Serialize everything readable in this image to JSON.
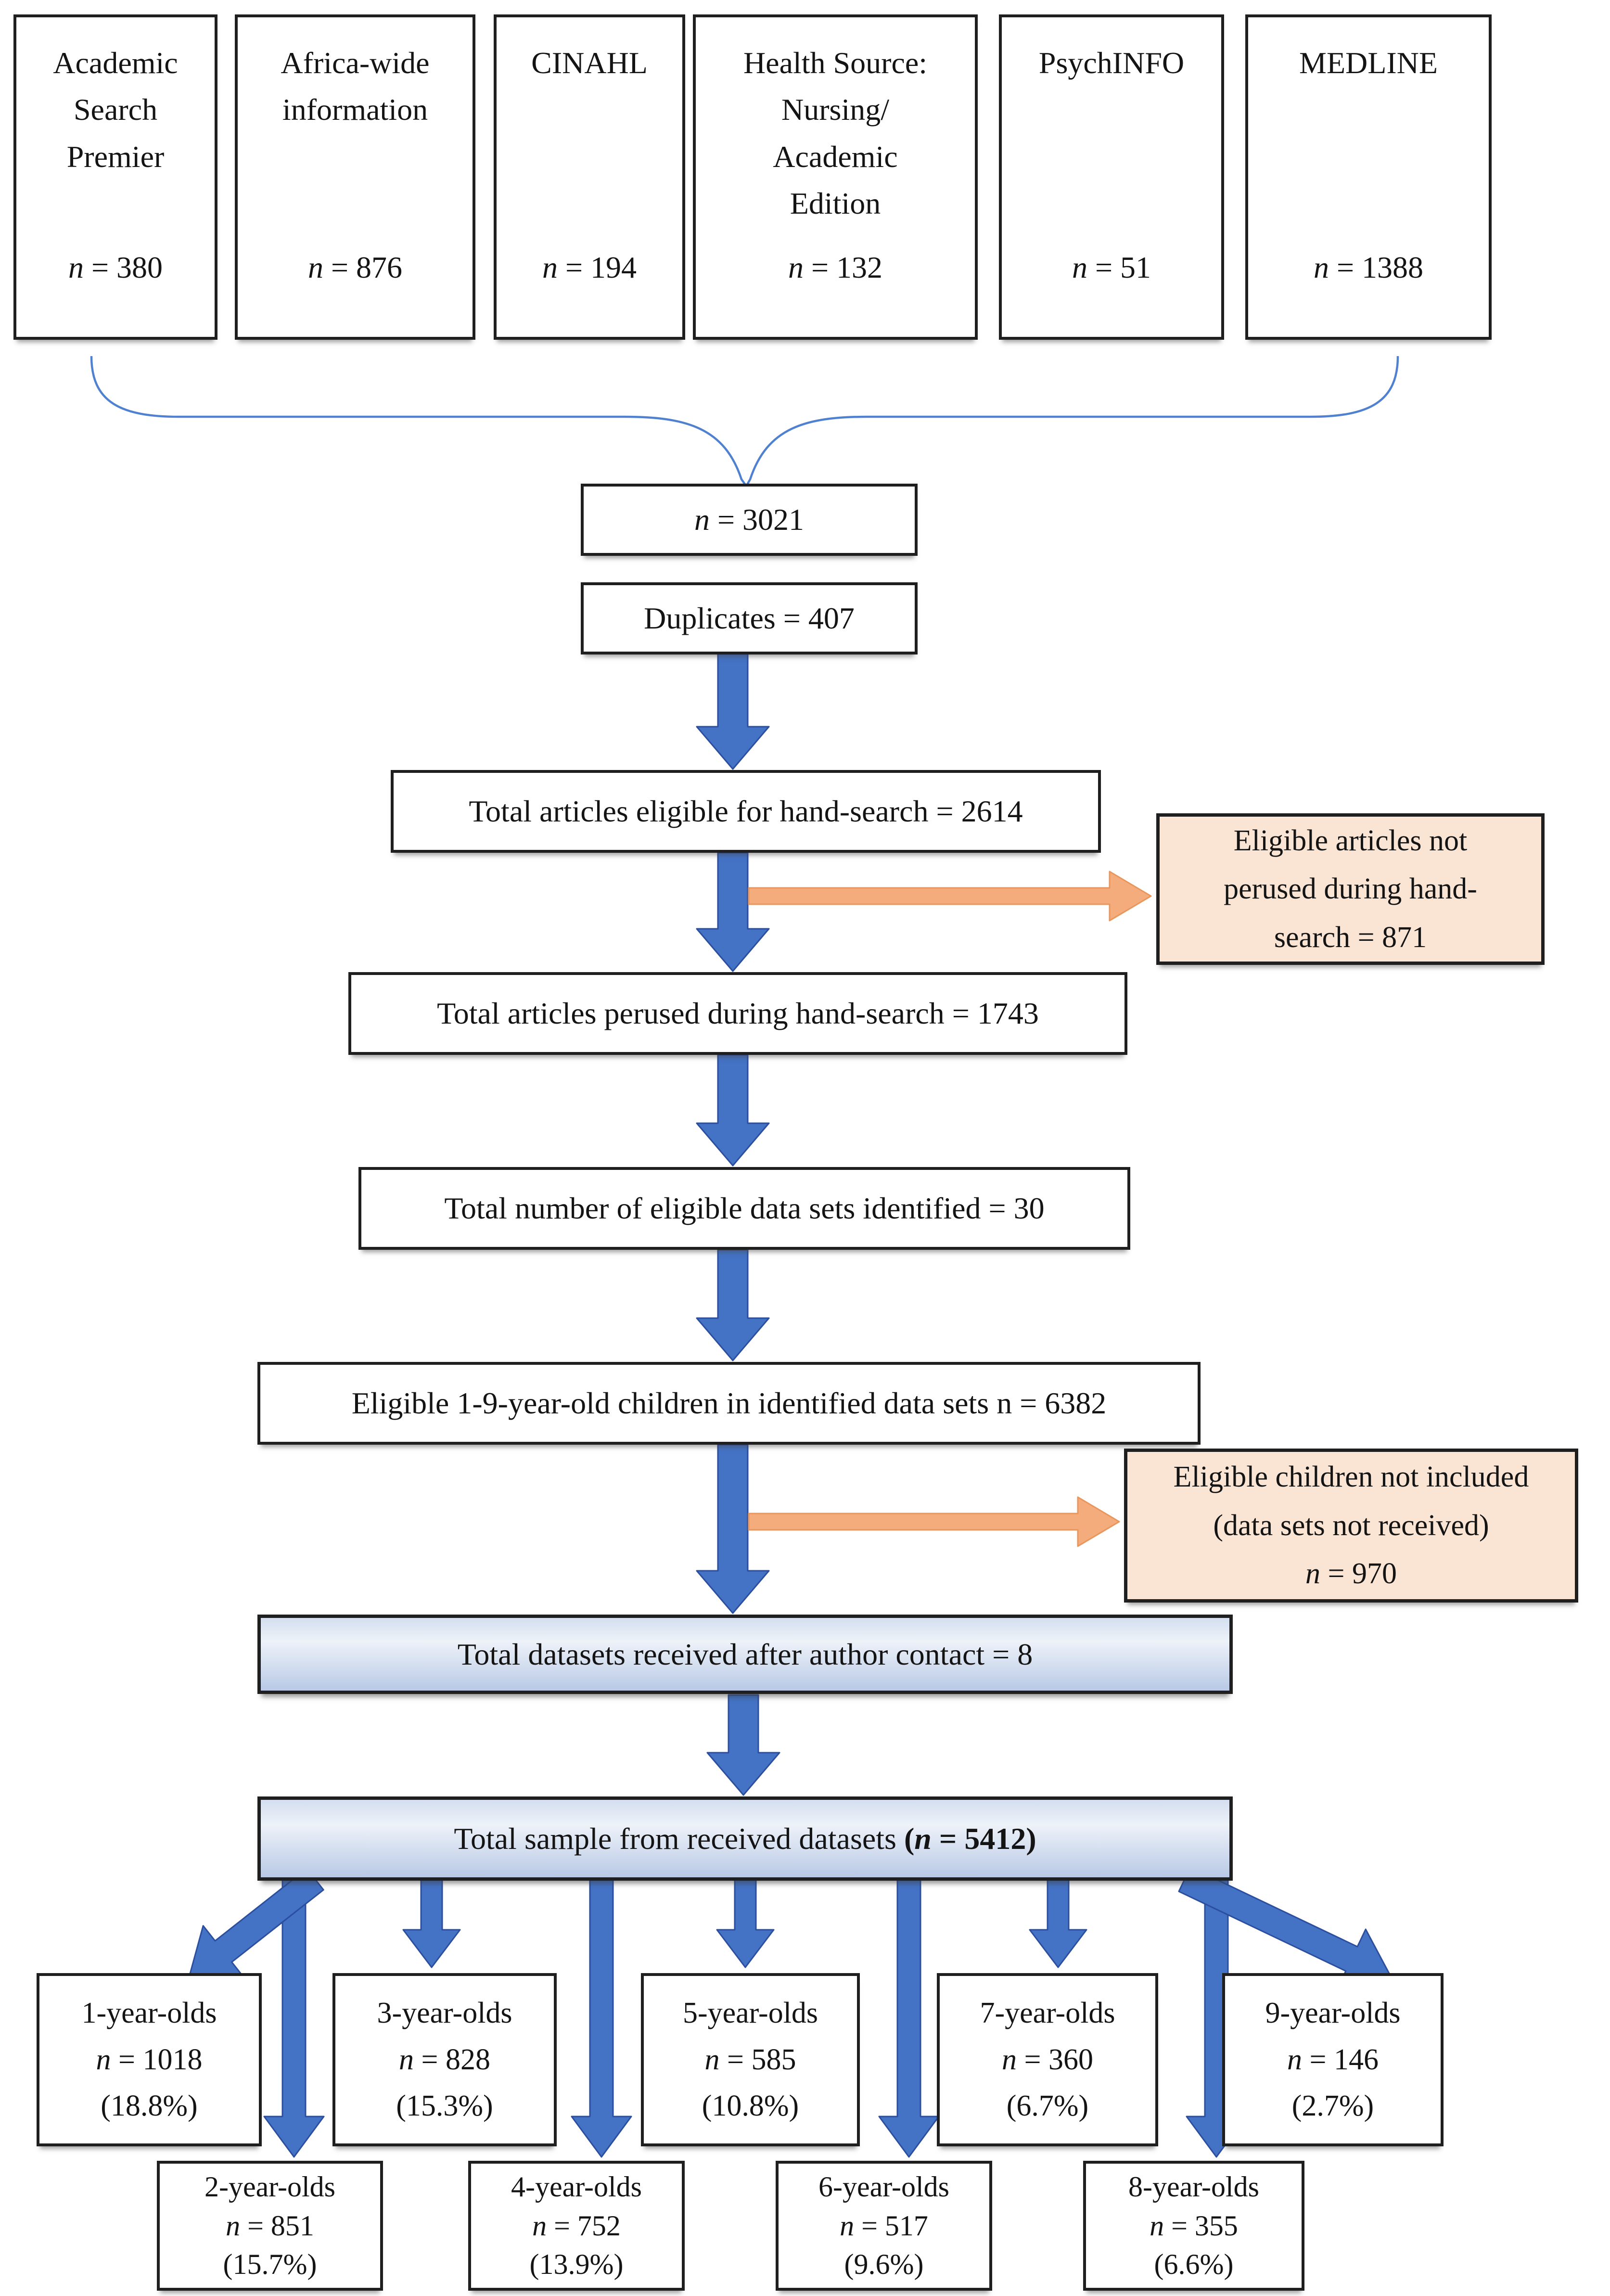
{
  "sources": [
    {
      "lines": [
        "Academic",
        "Search",
        "Premier"
      ],
      "n": "n",
      "eq": " = 380"
    },
    {
      "lines": [
        "Africa-wide",
        "information"
      ],
      "n": "n",
      "eq": " = 876"
    },
    {
      "lines": [
        "CINAHL"
      ],
      "n": "n",
      "eq": " = 194"
    },
    {
      "lines": [
        "Health Source:",
        "Nursing/",
        "Academic",
        "Edition"
      ],
      "n": "n",
      "eq": " = 132"
    },
    {
      "lines": [
        "PsychINFO"
      ],
      "n": "n",
      "eq": " = 51"
    },
    {
      "lines": [
        "MEDLINE"
      ],
      "n": "n",
      "eq": " = 1388"
    }
  ],
  "pooled": {
    "n": "n",
    "eq": " = 3021"
  },
  "duplicates": {
    "label": "Duplicates = 407"
  },
  "eligible_hand_search": {
    "label": "Total articles eligible for hand-search = 2614"
  },
  "not_perused": {
    "lines": [
      "Eligible articles not",
      "perused during hand-",
      "search = 871"
    ]
  },
  "perused": {
    "label": "Total articles perused during hand-search = 1743"
  },
  "datasets_identified": {
    "label": "Total number of eligible data sets identified = 30"
  },
  "eligible_children": {
    "label": "Eligible 1-9-year-old children in identified data sets n = 6382"
  },
  "children_not_included": {
    "lines": [
      "Eligible children not included",
      "(data sets not received)"
    ],
    "n": "n",
    "eq": " = 970"
  },
  "datasets_received": {
    "label": "Total datasets received after author contact = 8"
  },
  "total_sample": {
    "pre": "Total sample from received datasets ",
    "open": "(",
    "n": "n",
    "rest": " = 5412)"
  },
  "ages": [
    {
      "label": "1-year-olds",
      "n": "n",
      "eq": " = 1018",
      "pct": "(18.8%)"
    },
    {
      "label": "2-year-olds",
      "n": "n",
      "eq": " = 851",
      "pct": "(15.7%)"
    },
    {
      "label": "3-year-olds",
      "n": "n",
      "eq": " = 828",
      "pct": "(15.3%)"
    },
    {
      "label": "4-year-olds",
      "n": "n",
      "eq": " = 752",
      "pct": "(13.9%)"
    },
    {
      "label": "5-year-olds",
      "n": "n",
      "eq": " = 585",
      "pct": "(10.8%)"
    },
    {
      "label": "6-year-olds",
      "n": "n",
      "eq": " = 517",
      "pct": "(9.6%)"
    },
    {
      "label": "7-year-olds",
      "n": "n",
      "eq": " = 360",
      "pct": "(6.7%)"
    },
    {
      "label": "8-year-olds",
      "n": "n",
      "eq": " = 355",
      "pct": "(6.6%)"
    },
    {
      "label": "9-year-olds",
      "n": "n",
      "eq": " = 146",
      "pct": "(2.7%)"
    }
  ],
  "colors": {
    "arrow_blue": "#4472C4",
    "arrow_blue_edge": "#2B4F9E",
    "arrow_orange": "#F5AC7D",
    "arrow_orange_edge": "#E8965B",
    "brace": "#4F81D0",
    "peach_fill": "#FAE5D4",
    "gradient_top": "#D3DEEF",
    "gradient_bottom": "#B9C9E5"
  }
}
